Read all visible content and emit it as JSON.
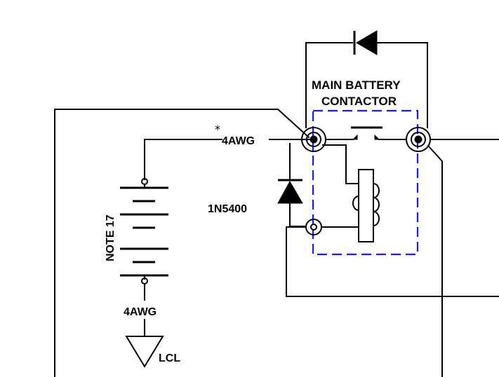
{
  "diagram": {
    "contactor_title_line1": "MAIN  BATTERY",
    "contactor_title_line2": "CONTACTOR",
    "wire_gauge_top": "4AWG",
    "wire_gauge_bottom": "4AWG",
    "asterisk": "*",
    "diode_part": "1N5400",
    "battery_note": "NOTE  17",
    "ground_label": "LCL",
    "colors": {
      "line": "#000000",
      "contactor_outline": "#1a1aff",
      "background": "#ffffff"
    }
  }
}
